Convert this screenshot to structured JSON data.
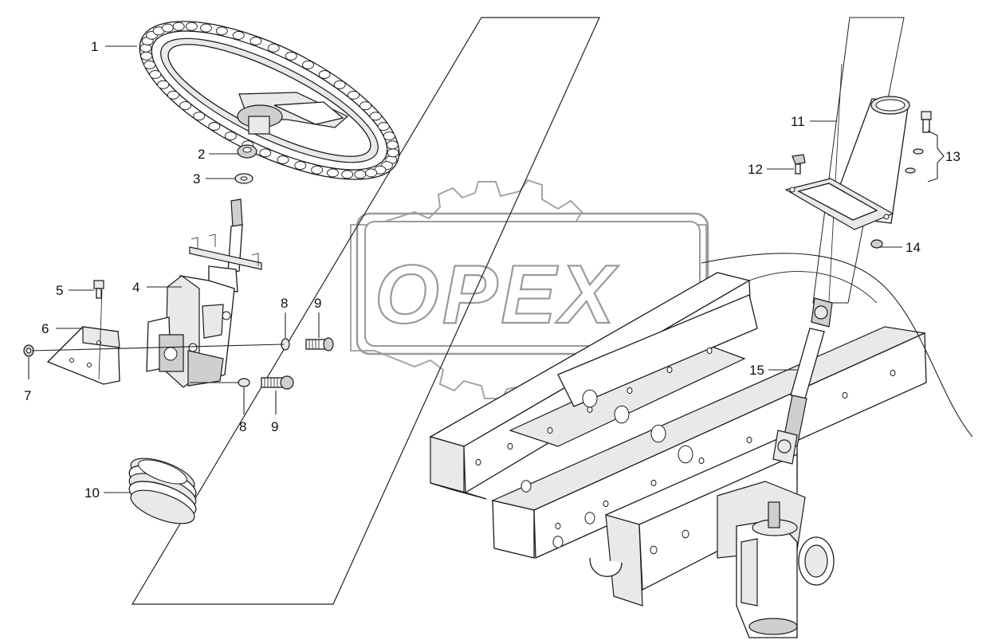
{
  "watermark": {
    "text": "OPEX"
  },
  "callouts": [
    {
      "id": "c1",
      "label": "1"
    },
    {
      "id": "c2",
      "label": "2"
    },
    {
      "id": "c3",
      "label": "3"
    },
    {
      "id": "c4",
      "label": "4"
    },
    {
      "id": "c5",
      "label": "5"
    },
    {
      "id": "c6",
      "label": "6"
    },
    {
      "id": "c7",
      "label": "7"
    },
    {
      "id": "c8a",
      "label": "8"
    },
    {
      "id": "c9a",
      "label": "9"
    },
    {
      "id": "c8b",
      "label": "8"
    },
    {
      "id": "c9b",
      "label": "9"
    },
    {
      "id": "c10",
      "label": "10"
    },
    {
      "id": "c11",
      "label": "11"
    },
    {
      "id": "c12",
      "label": "12"
    },
    {
      "id": "c13",
      "label": "13"
    },
    {
      "id": "c14",
      "label": "14"
    },
    {
      "id": "c15",
      "label": "15"
    }
  ],
  "colors": {
    "line": "#1a1a1a",
    "watermark": "#9a9a9a",
    "background": "#ffffff"
  }
}
